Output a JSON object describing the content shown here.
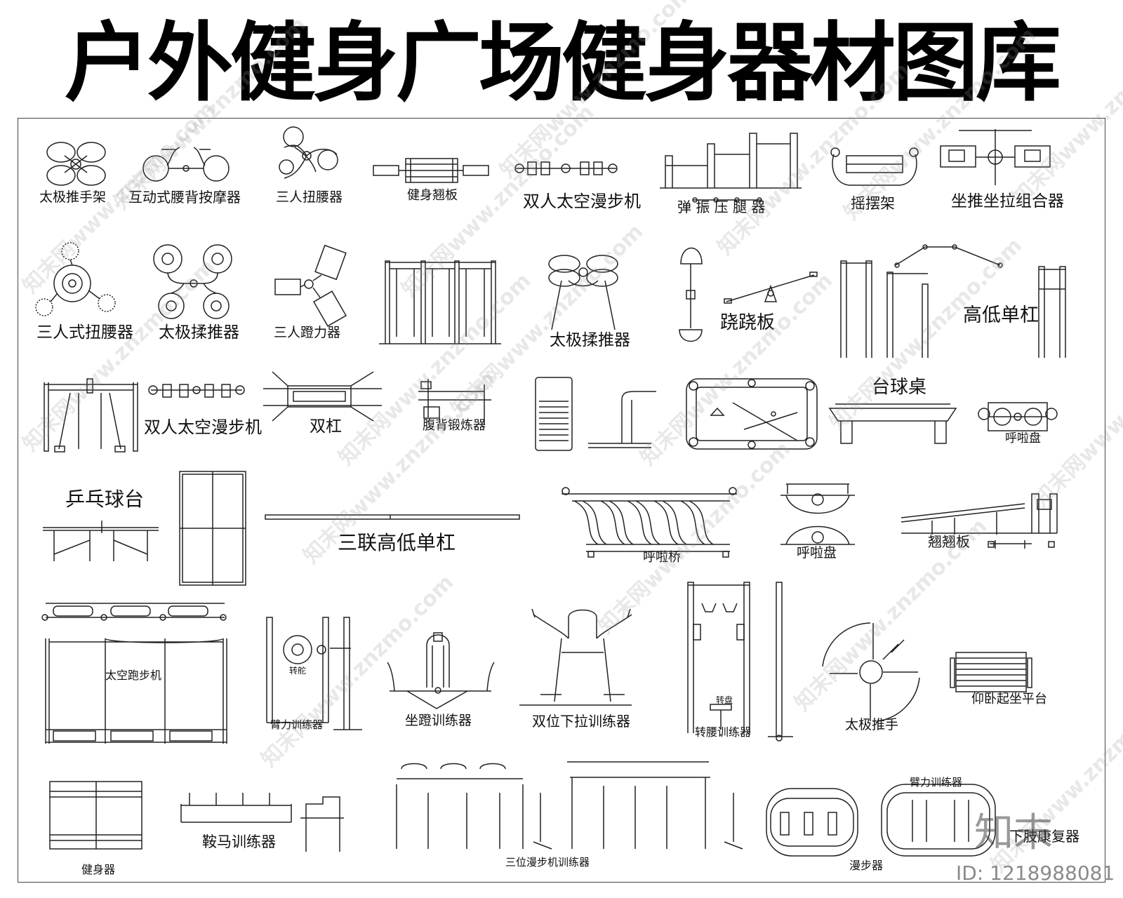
{
  "title": "户外健身广场健身器材图库",
  "labels": [
    {
      "id": "taiji-tuishou-jia",
      "text": "太极推手架"
    },
    {
      "id": "hudong-yaobei",
      "text": "互动式腰背按摩器"
    },
    {
      "id": "sanren-niuyao-1",
      "text": "三人扭腰器"
    },
    {
      "id": "jianshen-qiaoban",
      "text": "健身翘板"
    },
    {
      "id": "shuangren-manbu-1",
      "text": "双人太空漫步机"
    },
    {
      "id": "tanzhen-yatui",
      "text": "弹 振 压 腿 器"
    },
    {
      "id": "yaobai-jia",
      "text": "摇摆架"
    },
    {
      "id": "zuotui-zula",
      "text": "坐推坐拉组合器"
    },
    {
      "id": "sanrenshi-niuyao",
      "text": "三人式扭腰器"
    },
    {
      "id": "taiji-routui-1",
      "text": "太极揉推器"
    },
    {
      "id": "sanren-dengli",
      "text": "三人蹬力器"
    },
    {
      "id": "taiji-routui-2",
      "text": "太极揉推器"
    },
    {
      "id": "qiaoqiaoban-1",
      "text": "跷跷板"
    },
    {
      "id": "gaodi-dangang",
      "text": "高低单杠"
    },
    {
      "id": "shuangren-manbu-2",
      "text": "双人太空漫步机"
    },
    {
      "id": "shuanggang",
      "text": "双杠"
    },
    {
      "id": "fubei-duanlian",
      "text": "腹背锻炼器"
    },
    {
      "id": "taiqiuzhuo",
      "text": "台球桌"
    },
    {
      "id": "hulapan-1",
      "text": "呼啦盘"
    },
    {
      "id": "pingpang",
      "text": "乒乓球台"
    },
    {
      "id": "sanlian-gaodi",
      "text": "三联高低单杠"
    },
    {
      "id": "hulaqiao",
      "text": "呼啦桥"
    },
    {
      "id": "hulapan-2",
      "text": "呼啦盘"
    },
    {
      "id": "qiaoqiaoban-2",
      "text": "翘翘板"
    },
    {
      "id": "taikong-paobu",
      "text": "太空跑步机"
    },
    {
      "id": "zhuanduo",
      "text": "转舵"
    },
    {
      "id": "bili-1",
      "text": "臂力训练器"
    },
    {
      "id": "zuodeng",
      "text": "坐蹬训练器"
    },
    {
      "id": "shuangwei-xiala",
      "text": "双位下拉训练器"
    },
    {
      "id": "zhuanpan",
      "text": "转盘"
    },
    {
      "id": "zhuanyao",
      "text": "转腰训练器"
    },
    {
      "id": "taiji-tuishou",
      "text": "太极推手"
    },
    {
      "id": "yangwo-qizuo",
      "text": "仰卧起坐平台"
    },
    {
      "id": "jianshenqi",
      "text": "健身器"
    },
    {
      "id": "anma",
      "text": "鞍马训练器"
    },
    {
      "id": "sanwei-manbu",
      "text": "三位漫步机训练器"
    },
    {
      "id": "bili-2",
      "text": "臂力训练器"
    },
    {
      "id": "manbuqi",
      "text": "漫步器"
    },
    {
      "id": "xiazhi-kangfu",
      "text": "下肢康复器"
    }
  ],
  "watermark": {
    "text": "知末网www.znzmo.com"
  },
  "logo": {
    "text": "知末"
  },
  "id_text": "ID: 1218988081"
}
